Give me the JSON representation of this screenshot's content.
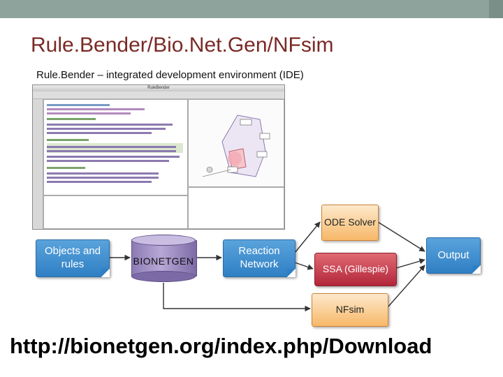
{
  "slide": {
    "title": "Rule.Bender/Bio.Net.Gen/NFsim",
    "subtitle": "Rule.Bender – integrated development environment (IDE)",
    "url": "http://bionetgen.org/index.php/Download"
  },
  "ide_screenshot": {
    "window_title": "RuleBender"
  },
  "diagram": {
    "objects_rules": "Objects and rules",
    "bionetgen": "BIONETGEN",
    "reaction_network": "Reaction Network",
    "ode_solver": "ODE Solver",
    "ssa": "SSA (Gillespie)",
    "nfsim": "NFsim",
    "output": "Output"
  },
  "colors": {
    "title": "#7a2a26",
    "blue_box": "#3a8bd0",
    "orange_box": "#f7b868",
    "ssa_box": "#b2263a",
    "database": "#9b8bc4"
  }
}
